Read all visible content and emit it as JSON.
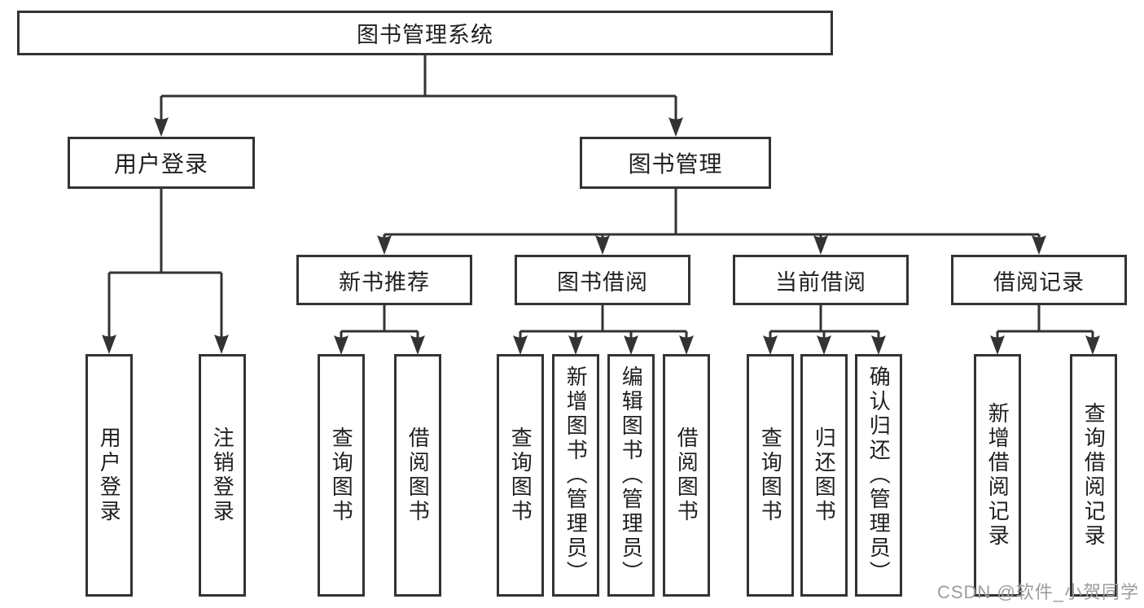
{
  "diagram": {
    "root": {
      "label": "图书管理系统"
    },
    "level2": [
      {
        "label": "用户登录",
        "children": [
          {
            "label": "用户登录"
          },
          {
            "label": "注销登录"
          }
        ]
      },
      {
        "label": "图书管理",
        "children": [
          {
            "label": "新书推荐",
            "children": [
              {
                "label": "查询图书"
              },
              {
                "label": "借阅图书"
              }
            ]
          },
          {
            "label": "图书借阅",
            "children": [
              {
                "label": "查询图书"
              },
              {
                "label": "新增图书（管理员）"
              },
              {
                "label": "编辑图书（管理员）"
              },
              {
                "label": "借阅图书"
              }
            ]
          },
          {
            "label": "当前借阅",
            "children": [
              {
                "label": "查询图书"
              },
              {
                "label": "归还图书"
              },
              {
                "label": "确认归还（管理员）"
              }
            ]
          },
          {
            "label": "借阅记录",
            "children": [
              {
                "label": "新增借阅记录"
              },
              {
                "label": "查询借阅记录"
              }
            ]
          }
        ]
      }
    ]
  },
  "watermark": {
    "text": "CSDN @软件_小贺同学"
  },
  "colors": {
    "line": "#333333",
    "text": "#1f1f1f",
    "watermark": "#9c9c9c",
    "background": "#ffffff"
  }
}
